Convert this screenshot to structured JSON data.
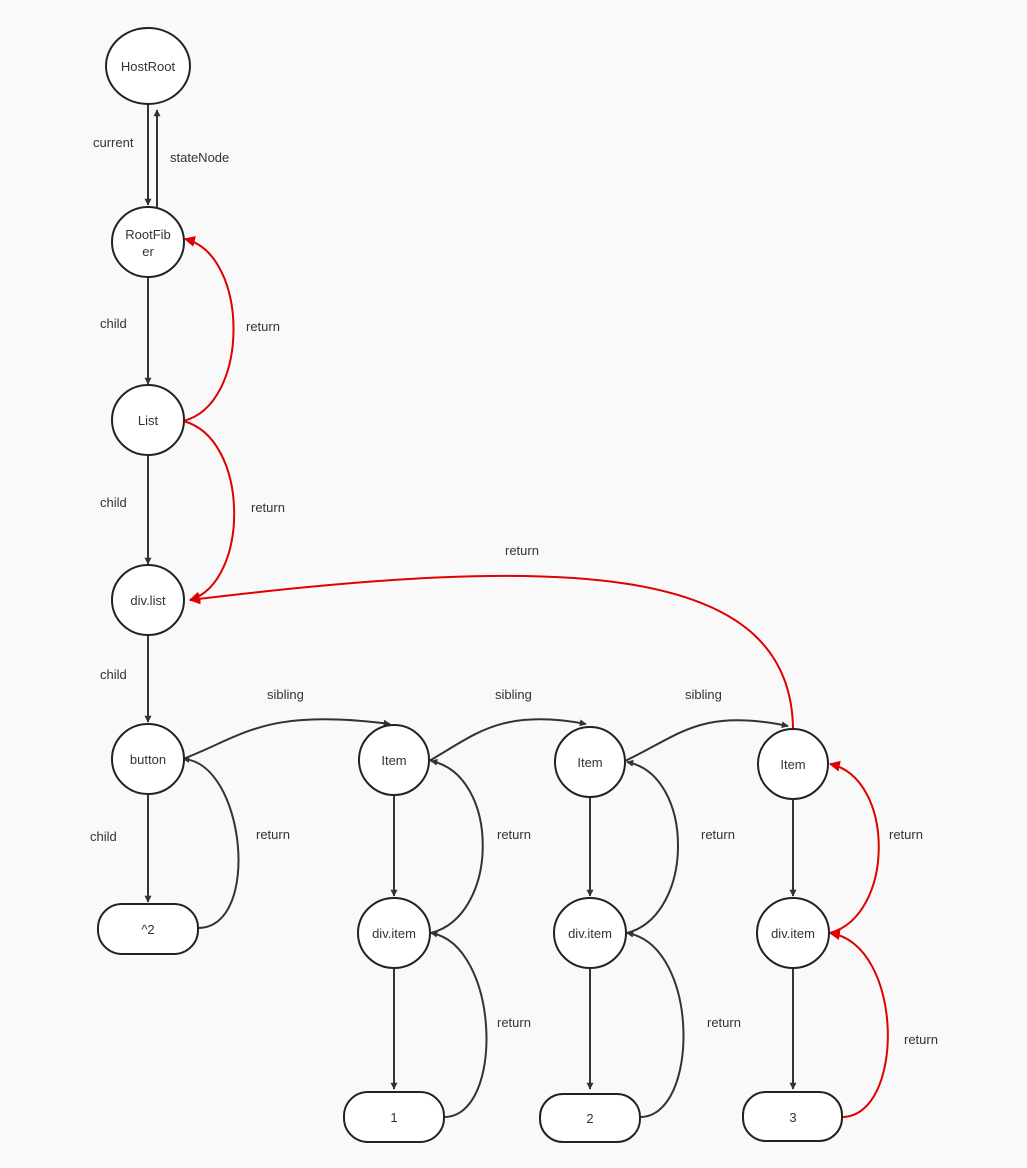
{
  "colors": {
    "background": "#f9f9f9",
    "node_stroke": "#222222",
    "edge_dark": "#333333",
    "edge_red": "#e00000",
    "text": "#333333"
  },
  "nodes": {
    "hostroot": {
      "lines": [
        "HostRoot"
      ]
    },
    "rootfiber": {
      "lines": [
        "RootFib",
        "er"
      ]
    },
    "list": {
      "lines": [
        "List"
      ]
    },
    "divlist": {
      "lines": [
        "div.list"
      ]
    },
    "button": {
      "lines": [
        "button"
      ]
    },
    "text_caret2": {
      "lines": [
        "^2"
      ]
    },
    "item1": {
      "lines": [
        "Item"
      ]
    },
    "item2": {
      "lines": [
        "Item"
      ]
    },
    "item3": {
      "lines": [
        "Item"
      ]
    },
    "divitem1": {
      "lines": [
        "div.item"
      ]
    },
    "divitem2": {
      "lines": [
        "div.item"
      ]
    },
    "divitem3": {
      "lines": [
        "div.item"
      ]
    },
    "text1": {
      "lines": [
        "1"
      ]
    },
    "text2": {
      "lines": [
        "2"
      ]
    },
    "text3": {
      "lines": [
        "3"
      ]
    }
  },
  "edge_labels": {
    "current": "current",
    "stateNode": "stateNode",
    "child_rootfiber_list": "child",
    "return_list_rootfiber": "return",
    "child_list_divlist": "child",
    "return_divlist_list": "return",
    "return_item3_divlist": "return",
    "child_divlist_button": "child",
    "child_button_caret2": "child",
    "return_caret2_button": "return",
    "sibling_button_item1": "sibling",
    "sibling_item1_item2": "sibling",
    "sibling_item2_item3": "sibling",
    "return_divitem1_item1": "return",
    "return_divitem2_item2": "return",
    "return_divitem3_item3": "return",
    "return_text1_divitem1": "return",
    "return_text2_divitem2": "return",
    "return_text3_divitem3": "return"
  }
}
